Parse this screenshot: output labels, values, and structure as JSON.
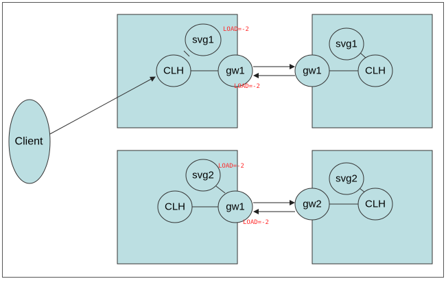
{
  "diagram": {
    "client": {
      "label": "Client"
    },
    "groups": [
      {
        "name": "top-left",
        "nodes": {
          "svg": "svg1",
          "clh": "CLH",
          "gw": "gw1"
        },
        "load": "LOAD=-2"
      },
      {
        "name": "top-right",
        "nodes": {
          "svg": "svg1",
          "clh": "CLH",
          "gw": "gw1"
        }
      },
      {
        "name": "bottom-left",
        "nodes": {
          "svg": "svg2",
          "clh": "CLH",
          "gw": "gw1"
        },
        "load": "LOAD=-2"
      },
      {
        "name": "bottom-right",
        "nodes": {
          "svg": "svg2",
          "clh": "CLH",
          "gw": "gw2"
        }
      }
    ],
    "links": [
      {
        "name": "top-gateway-link",
        "load": "LOAD=-2"
      },
      {
        "name": "bottom-gateway-link",
        "load": "LOAD=-2"
      }
    ]
  },
  "colors": {
    "box_fill": "#bcdfe2",
    "node_fill": "#bcdfe2",
    "stroke": "#333333",
    "load_text": "#ff2a2a",
    "frame": "#555555"
  }
}
